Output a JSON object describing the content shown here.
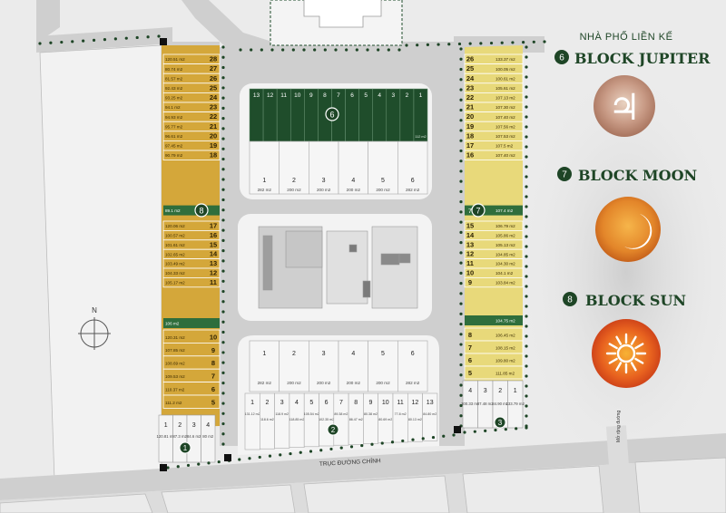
{
  "legend": {
    "heading": "NHÀ PHỐ LIỀN KẾ",
    "blocks": [
      {
        "num": "6",
        "name": "BLOCK JUPITER",
        "planet": "jupiter-symbol",
        "symbol": "♃"
      },
      {
        "num": "7",
        "name": "BLOCK MOON",
        "planet": "moon-icon"
      },
      {
        "num": "8",
        "name": "BLOCK SUN",
        "planet": "sun-icon"
      }
    ]
  },
  "map": {
    "road_label": "TRỤC ĐƯỜNG CHÍNH",
    "side_road_label": "Mở rộng đường",
    "compass_label": "N",
    "block_markers": [
      "1",
      "2",
      "3",
      "6",
      "7",
      "8"
    ],
    "colors": {
      "gold": "#d4a73a",
      "yellow": "#e8d97a",
      "green": "#2f6e3c",
      "dark_green": "#1f4d2b",
      "marker": "#1e4526"
    },
    "block8": {
      "upper": [
        {
          "n": "28",
          "area": "120.51 m2"
        },
        {
          "n": "27",
          "area": "80.74 m2"
        },
        {
          "n": "26",
          "area": "81.57 m2"
        },
        {
          "n": "25",
          "area": "92.43 m2"
        },
        {
          "n": "24",
          "area": "93.25 m2"
        },
        {
          "n": "23",
          "area": "94.1 m2"
        },
        {
          "n": "22",
          "area": "94.93 m2"
        },
        {
          "n": "21",
          "area": "95.77 m2"
        },
        {
          "n": "20",
          "area": "96.61 m2"
        },
        {
          "n": "19",
          "area": "97.45 m2"
        },
        {
          "n": "18",
          "area": "90.79 m2"
        }
      ],
      "green_area": "89.1 m2",
      "middle": [
        {
          "n": "17",
          "area": "120.06 m2"
        },
        {
          "n": "16",
          "area": "100.57 m2"
        },
        {
          "n": "15",
          "area": "101.61 m2"
        },
        {
          "n": "14",
          "area": "102.65 m2"
        },
        {
          "n": "13",
          "area": "103.49 m2"
        },
        {
          "n": "12",
          "area": "104.33 m2"
        },
        {
          "n": "11",
          "area": "105.17 m2"
        }
      ],
      "green2_area": "106 m2",
      "lower": [
        {
          "n": "10",
          "area": "120.31 m2"
        },
        {
          "n": "9",
          "area": "107.85 m2"
        },
        {
          "n": "8",
          "area": "108.69 m2"
        },
        {
          "n": "7",
          "area": "109.53 m2"
        },
        {
          "n": "6",
          "area": "110.37 m2"
        },
        {
          "n": "5",
          "area": "111.2 m2"
        }
      ],
      "bottom": [
        {
          "n": "1",
          "area": "120.81 m2"
        },
        {
          "n": "2",
          "area": "87.3 m2"
        },
        {
          "n": "3",
          "area": "84.6 m2"
        },
        {
          "n": "4",
          "area": "80 m2"
        }
      ]
    },
    "block7": {
      "upper": [
        {
          "n": "26",
          "area": "133.37 m2"
        },
        {
          "n": "25",
          "area": "100.05 m2"
        },
        {
          "n": "24",
          "area": "100.61 m2"
        },
        {
          "n": "23",
          "area": "105.61 m2"
        },
        {
          "n": "22",
          "area": "107.13 m2"
        },
        {
          "n": "21",
          "area": "107.30 m2"
        },
        {
          "n": "20",
          "area": "107.40 m2"
        },
        {
          "n": "19",
          "area": "107.56 m2"
        },
        {
          "n": "18",
          "area": "107.53 m2"
        },
        {
          "n": "17",
          "area": "107.5 m2"
        },
        {
          "n": "16",
          "area": "107.40 m2"
        }
      ],
      "green_n": "7",
      "green_area": "107.4 m2",
      "middle": [
        {
          "n": "15",
          "area": "106.79 m2"
        },
        {
          "n": "14",
          "area": "105.86 m2"
        },
        {
          "n": "13",
          "area": "105.13 m2"
        },
        {
          "n": "12",
          "area": "104.85 m2"
        },
        {
          "n": "11",
          "area": "104.30 m2"
        },
        {
          "n": "10",
          "area": "104.1 m2"
        },
        {
          "n": "9",
          "area": "103.84 m2"
        }
      ],
      "green2_area": "104.75 m2",
      "lower": [
        {
          "n": "8",
          "area": "106.45 m2"
        },
        {
          "n": "7",
          "area": "108.15 m2"
        },
        {
          "n": "6",
          "area": "109.80 m2"
        },
        {
          "n": "5",
          "area": "111.85 m2"
        }
      ],
      "bottom": [
        {
          "n": "4",
          "area": "100.33 m2"
        },
        {
          "n": "3",
          "area": "87.48 m2"
        },
        {
          "n": "2",
          "area": "84.90 m2"
        },
        {
          "n": "1",
          "area": "133.79 m2"
        }
      ]
    },
    "block6": {
      "green_lots": [
        "13",
        "12",
        "11",
        "10",
        "9",
        "8",
        "7",
        "6",
        "5",
        "4",
        "3",
        "2",
        "1"
      ],
      "green_areas": [
        "",
        "",
        "",
        "",
        "",
        "",
        "",
        "",
        "",
        "",
        "",
        "",
        "112 m2"
      ],
      "large_lots": [
        {
          "n": "1",
          "area": "282 m2"
        },
        {
          "n": "2",
          "area": "200 m2"
        },
        {
          "n": "3",
          "area": "200 m2"
        },
        {
          "n": "4",
          "area": "200 m2"
        },
        {
          "n": "5",
          "area": "200 m2"
        },
        {
          "n": "6",
          "area": "282 m2"
        }
      ]
    },
    "block2": {
      "large_lots": [
        {
          "n": "1",
          "area": "282 m2"
        },
        {
          "n": "2",
          "area": "200 m2"
        },
        {
          "n": "3",
          "area": "200 m2"
        },
        {
          "n": "4",
          "area": "200 m2"
        },
        {
          "n": "5",
          "area": "200 m2"
        },
        {
          "n": "6",
          "area": "282 m2"
        }
      ],
      "small_lots": [
        {
          "n": "1",
          "area": "131.12 m2"
        },
        {
          "n": "2",
          "area": "118.6 m2"
        },
        {
          "n": "3",
          "area": "118.9 m2"
        },
        {
          "n": "4",
          "area": "118.85 m2"
        },
        {
          "n": "5",
          "area": "105.54 m2"
        },
        {
          "n": "6",
          "area": "102.35 m2"
        },
        {
          "n": "7",
          "area": "89.38 m2"
        },
        {
          "n": "8",
          "area": "86.47 m2"
        },
        {
          "n": "9",
          "area": "80.38 m2"
        },
        {
          "n": "10",
          "area": "80.69 m2"
        },
        {
          "n": "11",
          "area": "77.8 m2"
        },
        {
          "n": "12",
          "area": "80.13 m2"
        },
        {
          "n": "13",
          "area": "84.80 m2"
        }
      ]
    }
  }
}
